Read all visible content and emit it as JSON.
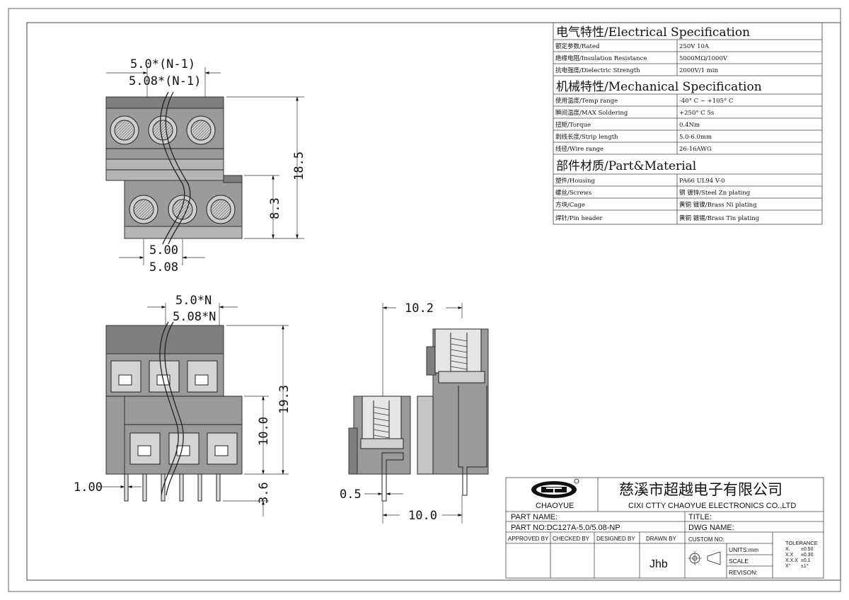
{
  "dims": {
    "top_pitch_1": "5.0*(N-1)",
    "top_pitch_2": "5.08*(N-1)",
    "top_height": "18.5",
    "top_half_height": "8.3",
    "top_bottom_1": "5.00",
    "top_bottom_2": "5.08",
    "front_pitch_1": "5.0*N",
    "front_pitch_2": "5.08*N",
    "front_height": "19.3",
    "front_mid_height": "10.0",
    "front_pin_len": "3.6",
    "front_pin_width": "1.00",
    "side_top_width": "10.2",
    "side_pin_thk": "0.5",
    "side_bottom_width": "10.0"
  },
  "spec": {
    "electrical_heading": "电气特性/Electrical Specification",
    "electrical_rows": [
      {
        "label": "额定参数/Rated",
        "value": "250V   10A"
      },
      {
        "label": "绝缘电阻/Insulation Resistance",
        "value": "5000MΩ/1000V"
      },
      {
        "label": "抗电强度/Dielectric Strength",
        "value": "2000V/1 min"
      }
    ],
    "mechanical_heading": "机械特性/Mechanical Specification",
    "mechanical_rows": [
      {
        "label": "使用温度/Temp range",
        "value": "-40° C ~ +105° C"
      },
      {
        "label": "瞬间温度/MAX Soldering",
        "value": "+250° C    5s"
      },
      {
        "label": "扭矩/Torque",
        "value": "0.4Nm"
      },
      {
        "label": "剥线长度/Strip length",
        "value": "5.0-6.0mm"
      },
      {
        "label": "线径/Wire range",
        "value": "26-16AWG"
      }
    ],
    "material_heading": "部件材质/Part&Material",
    "material_rows": [
      {
        "label": "塑件/Housing",
        "value": "PA66 UL94 V-0"
      },
      {
        "label": "螺丝/Screws",
        "value": "钢 镀锌/Steel Zn plating"
      },
      {
        "label": "方块/Cage",
        "value": "黄铜 镀镍/Brass Ni plating"
      },
      {
        "label": "焊针/Pin header",
        "value": "黄铜 镀锡/Brass Tin plating"
      }
    ]
  },
  "title_block": {
    "logo_text": "CHAOYUE",
    "company_cn": "慈溪市超越电子有限公司",
    "company_en": "CIXI CTTY CHAOYUE ELECTRONICS CO.,LTD",
    "part_name_label": "PART NAME:",
    "title_label": "TITLE:",
    "part_no": "PART NO:DC127A-5.0/5.08-NP",
    "dwg_name_label": "DWG NAME:",
    "approved_by": "APPROVED BY",
    "checked_by": "CHECKED BY",
    "designed_by": "DESIGNED BY",
    "drawn_by": "DRAWN BY",
    "drawn_by_value": "Jhb",
    "custom_no": "CUSTOM NO:",
    "units": "UNITS:mm",
    "scale": "SCALE",
    "revision": "REVISON:",
    "tolerance_title": "TOLERANCE",
    "tolerance_rows": [
      {
        "k": "X.",
        "v": "±0.50"
      },
      {
        "k": "X.X",
        "v": "±0.30"
      },
      {
        "k": "X.X.X",
        "v": "±0.1"
      },
      {
        "k": "X°",
        "v": "±1°"
      }
    ]
  }
}
